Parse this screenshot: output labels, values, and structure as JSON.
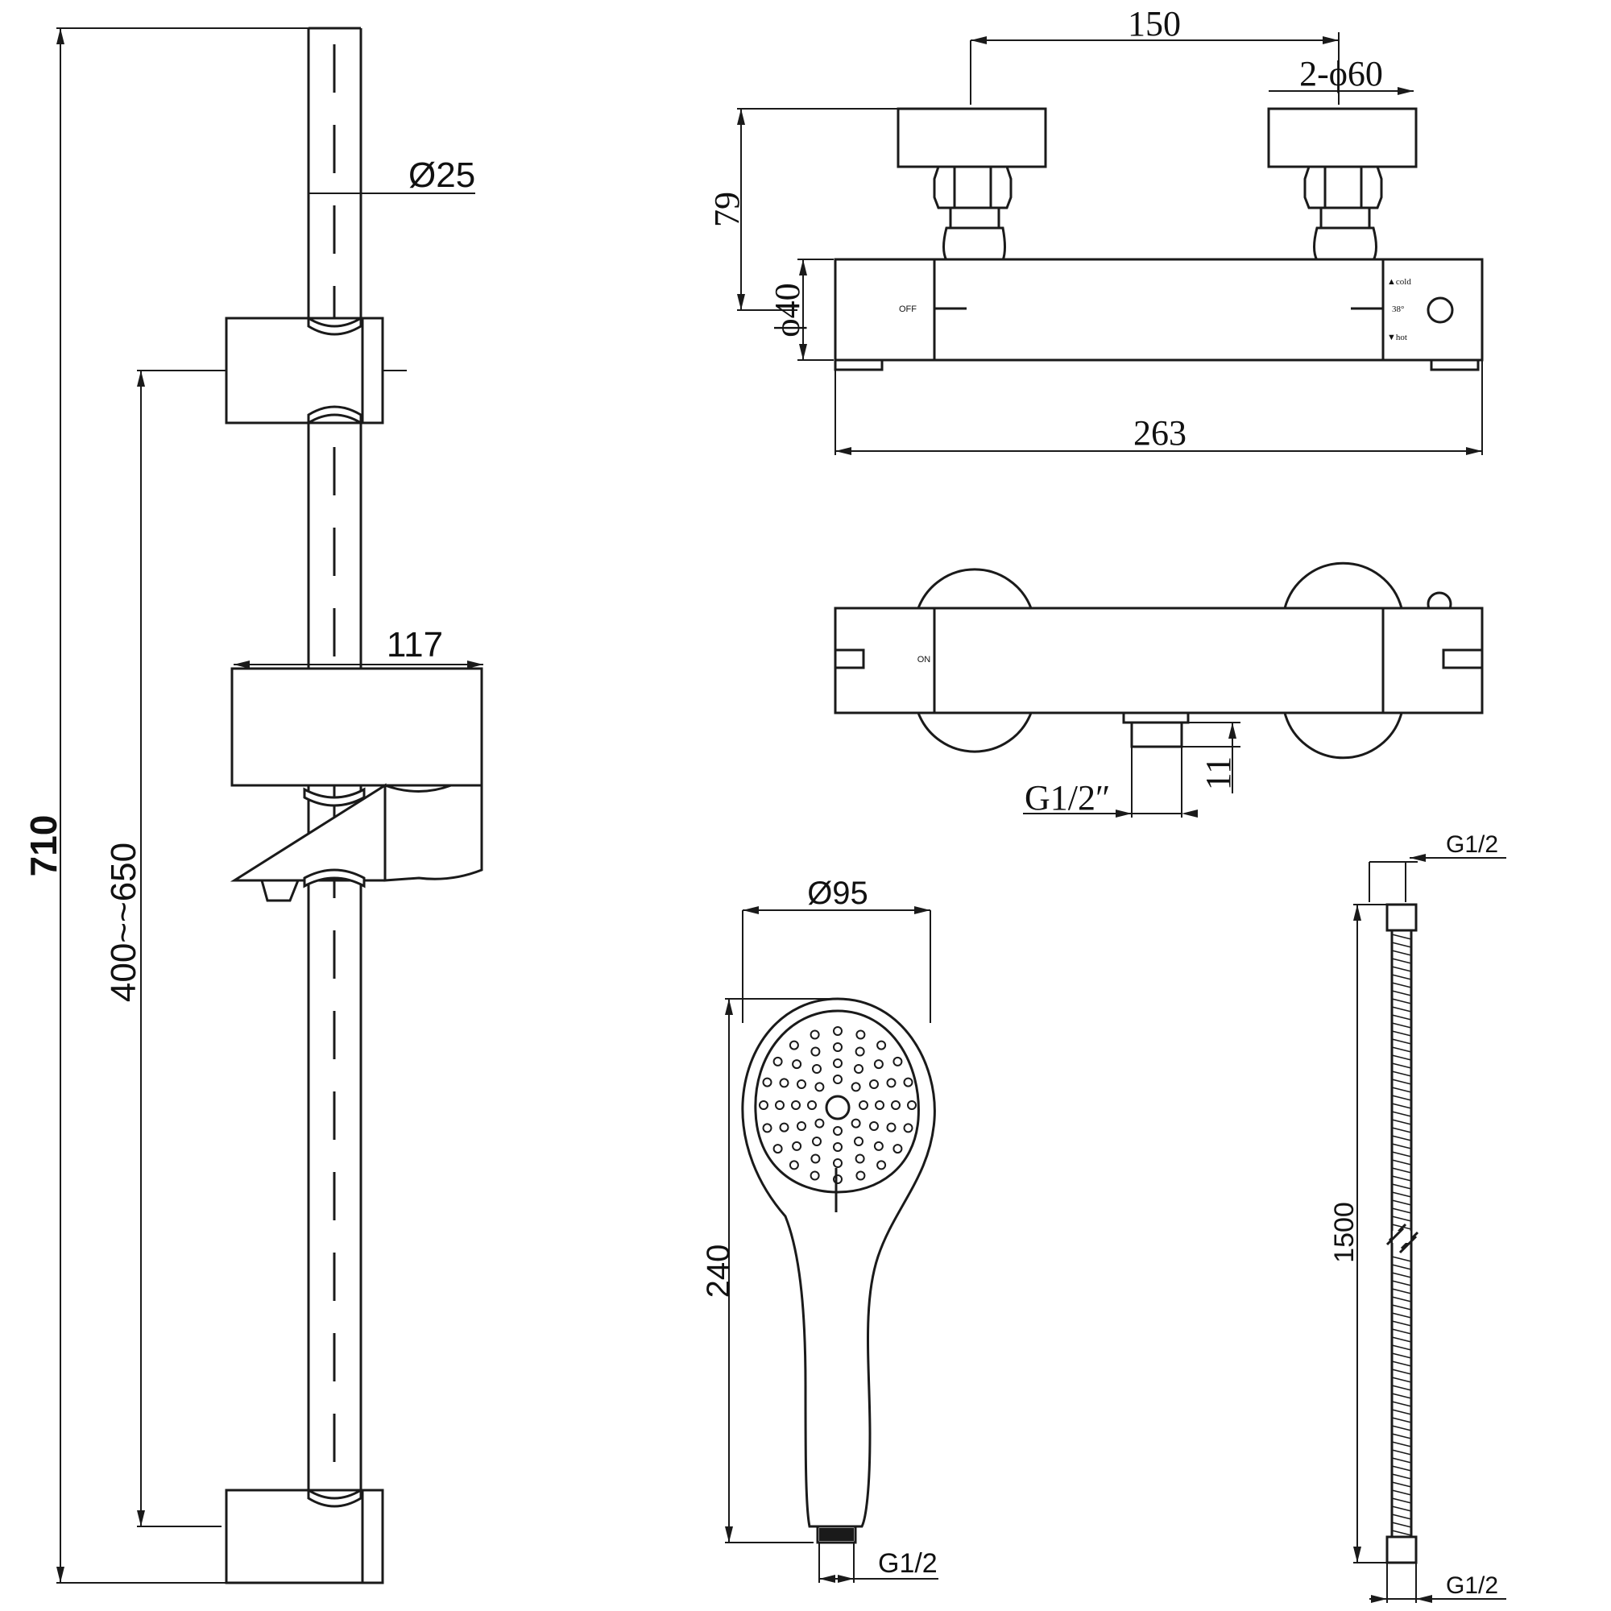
{
  "rail": {
    "total_height": "710",
    "adjust_range": "400~~650",
    "tube_diameter": "Ø25",
    "slider_width": "117"
  },
  "mixer_top": {
    "centers": "150",
    "escutcheons": "2-ϕ60",
    "height": "79",
    "diameter": "ϕ40",
    "length": "263",
    "label_off": "OFF",
    "label_cold": "▲cold",
    "label_temp": "38°",
    "label_hot": "▼hot"
  },
  "mixer_front": {
    "label_on": "ON",
    "outlet": "G1/2″",
    "outlet_len": "11"
  },
  "handset": {
    "diameter": "Ø95",
    "length": "240",
    "thread": "G1/2"
  },
  "hose": {
    "length": "1500",
    "thread_top": "G1/2",
    "thread_bottom": "G1/2"
  }
}
